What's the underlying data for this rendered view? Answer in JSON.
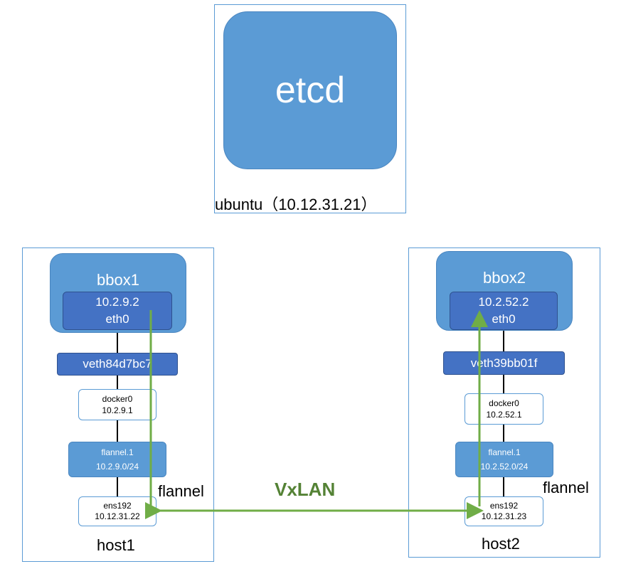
{
  "etcd_node": {
    "service": "etcd",
    "host_label": "ubuntu（10.12.31.21）"
  },
  "host1": {
    "name": "host1",
    "container": "bbox1",
    "container_ip": "10.2.9.2",
    "container_if": "eth0",
    "veth": "veth84d7bc7",
    "docker_name": "docker0",
    "docker_ip": "10.2.9.1",
    "flannel_name": "flannel.1",
    "flannel_subnet": "10.2.9.0/24",
    "ens_name": "ens192",
    "ens_ip": "10.12.31.22",
    "flannel_label": "flannel"
  },
  "host2": {
    "name": "host2",
    "container": "bbox2",
    "container_ip": "10.2.52.2",
    "container_if": "eth0",
    "veth": "veth39bb01f",
    "docker_name": "docker0",
    "docker_ip": "10.2.52.1",
    "flannel_name": "flannel.1",
    "flannel_subnet": "10.2.52.0/24",
    "ens_name": "ens192",
    "ens_ip": "10.12.31.23",
    "flannel_label": "flannel"
  },
  "tunnel_label": "VxLAN",
  "colors": {
    "box_blue": "#5b9bd5",
    "dark_blue": "#4472c4",
    "arrow_green": "#70ad47",
    "vxlan_text": "#548235"
  }
}
